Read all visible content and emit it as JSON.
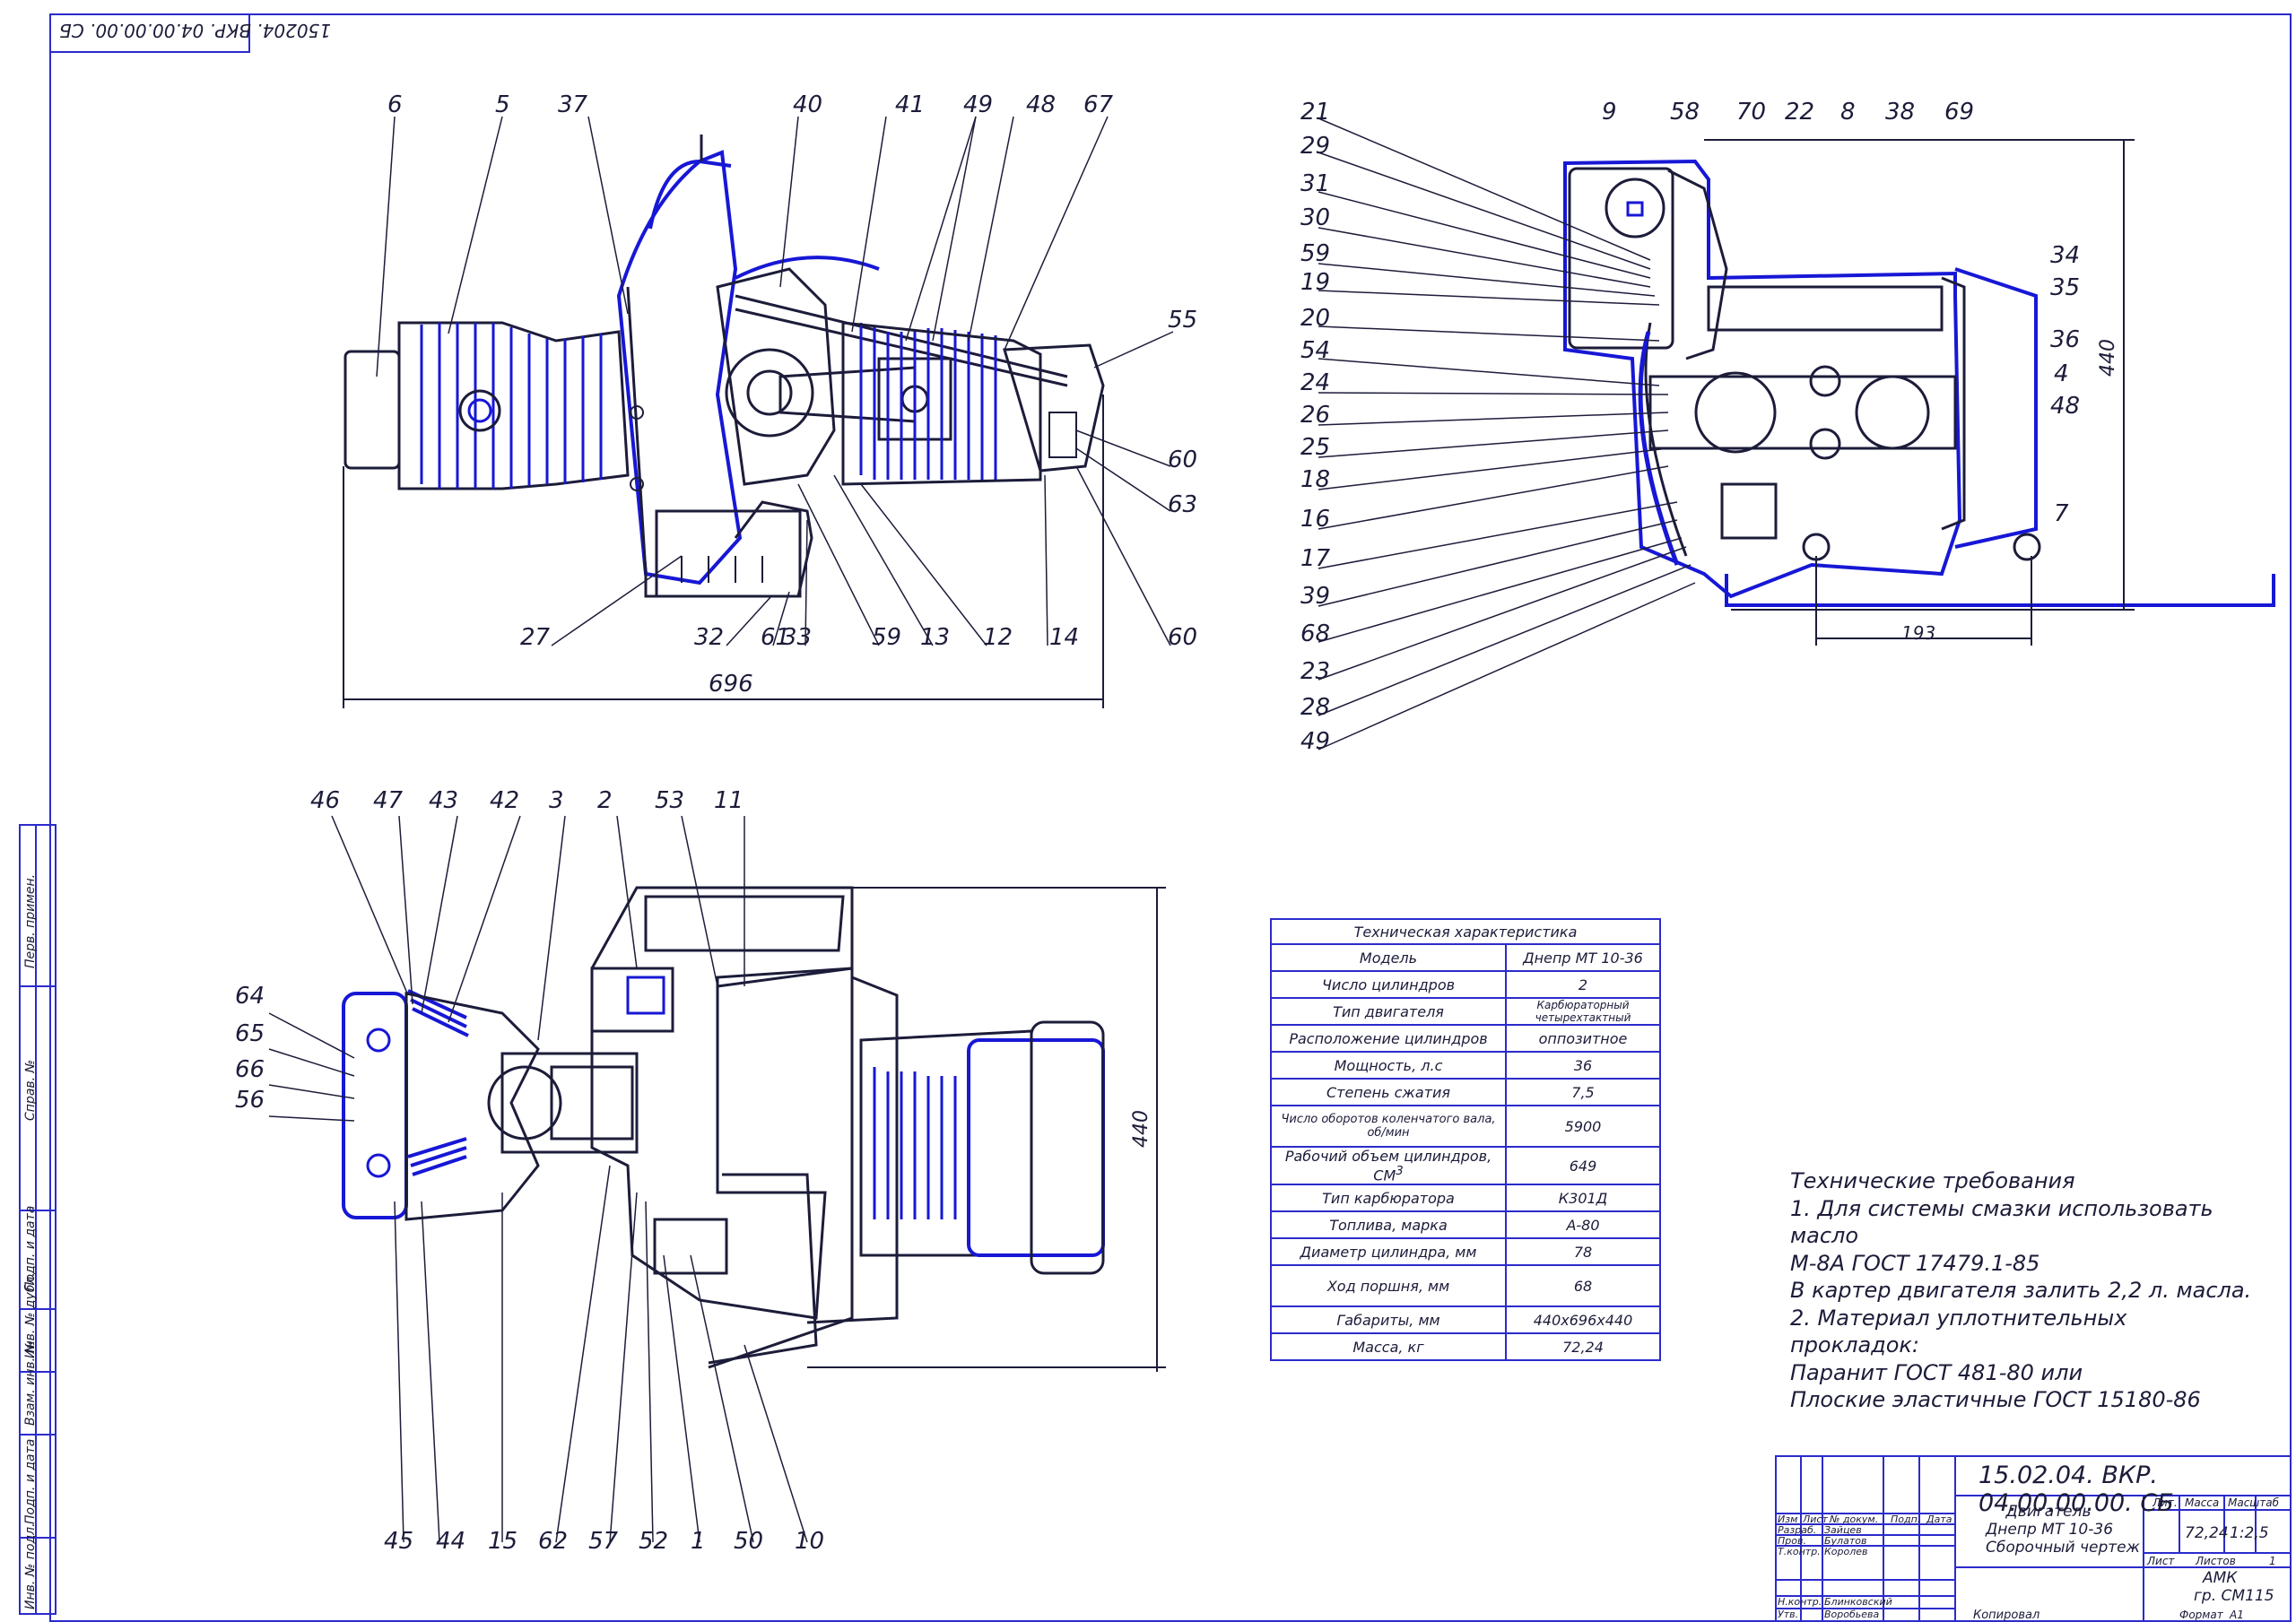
{
  "document_code_top": "150204. ВКР. 04.00.00.00. СБ",
  "document_code": "15.02.04. ВКР. 04.00.00.00. СБ",
  "callouts_view1": [
    "6",
    "5",
    "37",
    "40",
    "41",
    "49",
    "48",
    "67",
    "55",
    "60",
    "63",
    "27",
    "32",
    "61",
    "33",
    "59",
    "13",
    "12",
    "14",
    "60"
  ],
  "dim_view1": "696",
  "callouts_view2_left": [
    "21",
    "29",
    "31",
    "30",
    "59",
    "19",
    "20",
    "54",
    "24",
    "26",
    "25",
    "18",
    "16",
    "17",
    "39",
    "68",
    "23",
    "28",
    "49"
  ],
  "callouts_view2_top": [
    "9",
    "58",
    "70",
    "22",
    "8",
    "38",
    "69"
  ],
  "callouts_view2_right": [
    "34",
    "35",
    "36",
    "4",
    "48",
    "7"
  ],
  "dim_view2_h": "440",
  "dim_view2_w": "193",
  "callouts_view3_top": [
    "46",
    "47",
    "43",
    "42",
    "3",
    "2",
    "53",
    "11"
  ],
  "callouts_view3_left": [
    "64",
    "65",
    "66",
    "56"
  ],
  "callouts_view3_bottom": [
    "45",
    "44",
    "15",
    "62",
    "57",
    "52",
    "1",
    "50",
    "10"
  ],
  "dim_view3": "440",
  "spec_table": {
    "caption": "Техническая характеристика",
    "rows": [
      [
        "Модель",
        "Днепр МТ 10-36"
      ],
      [
        "Число цилиндров",
        "2"
      ],
      [
        "Тип двигателя",
        "Карбюраторный четырехтактный"
      ],
      [
        "Расположение цилиндров",
        "оппозитное"
      ],
      [
        "Мощность, л.с",
        "36"
      ],
      [
        "Степень сжатия",
        "7,5"
      ],
      [
        "Число оборотов коленчатого вала, об/мин",
        "5900"
      ],
      [
        "Рабочий объем цилиндров, СМ",
        "649"
      ],
      [
        "Тип карбюратора",
        "К301Д"
      ],
      [
        "Топлива, марка",
        "А-80"
      ],
      [
        "Диаметр цилиндра, мм",
        "78"
      ],
      [
        "Ход поршня, мм",
        "68"
      ],
      [
        "Габариты, мм",
        "440х696х440"
      ],
      [
        "Масса, кг",
        "72,24"
      ]
    ],
    "superscript": "3"
  },
  "requirements": {
    "title": "Технические требования",
    "lines": [
      "1. Для системы смазки использовать масло",
      "М-8А ГОСТ 17479.1-85",
      "В картер двигателя залить 2,2 л. масла.",
      "2. Материал уплотнительных прокладок:",
      " Паранит ГОСТ 481-80 или",
      "Плоские эластичные ГОСТ 15180-86"
    ]
  },
  "stamp": {
    "name_lines": [
      "Двигатель",
      "Днепр МТ 10-36",
      "Сборочный чертеж"
    ],
    "head": [
      "Изм",
      "Лист",
      "№ докум.",
      "Подп.",
      "Дата"
    ],
    "roles": [
      "Разраб.",
      "Пров.",
      "Т.контр.",
      "",
      "Н.контр.",
      "Утв."
    ],
    "people": [
      "Зайцев",
      "Булатов",
      "Королев",
      "",
      "Блинковский",
      "Воробьева"
    ],
    "lit_label": "Лит.",
    "mass_label": "Масса",
    "scale_label": "Масштаб",
    "mass": "72,24",
    "scale": "1:2,5",
    "sheet_label": "Лист",
    "sheets_label": "Листов",
    "sheets": "1",
    "org1": "АМК",
    "org2": "гр. СМ115",
    "copied": "Копировал",
    "format_label": "Формат",
    "format": "А1"
  },
  "side_labels": [
    "Перв. примен.",
    "Справ. №",
    "Подп. и дата",
    "Инв. № дубл.",
    "Взам. инв. №",
    "Подп. и дата",
    "Инв. № подл."
  ]
}
